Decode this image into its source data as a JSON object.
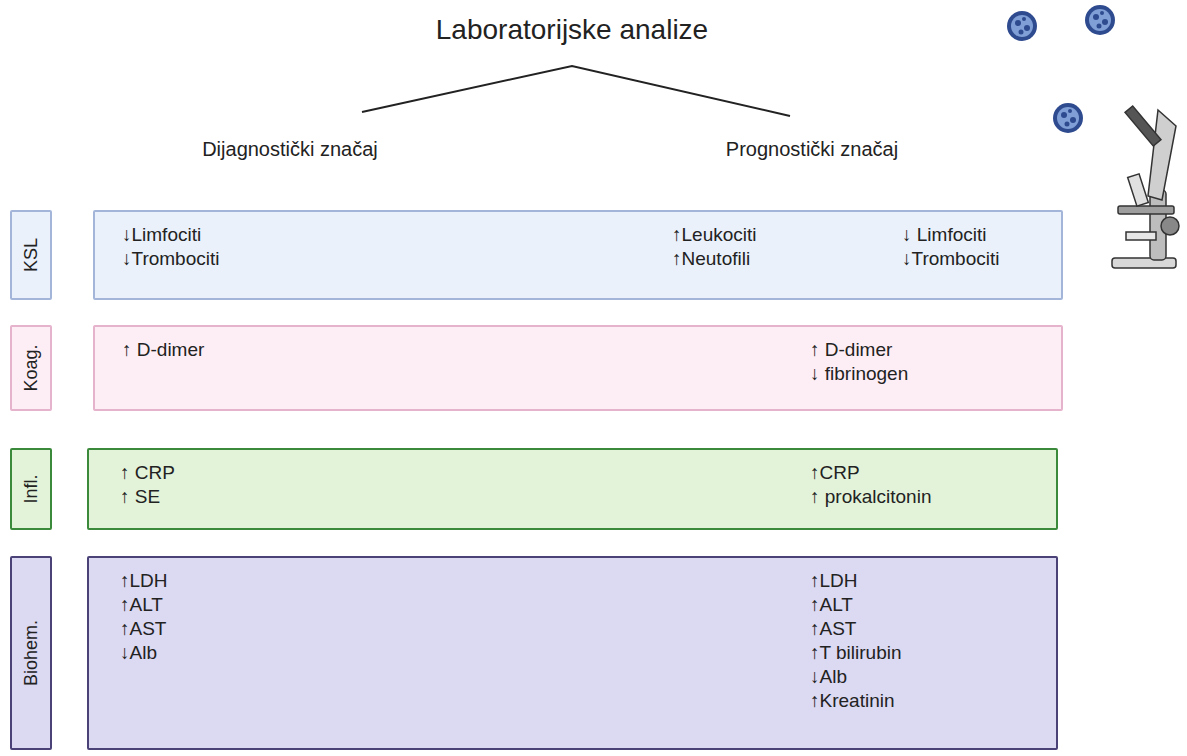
{
  "diagram": {
    "title": "Laboratorijske analize",
    "nodes": [
      {
        "text": [
          "KSL"
        ]
      },
      {
        "text": [
          "↓Limfociti",
          "↓Trombociti",
          "↑Leukociti",
          "↑Neutofili",
          "↓ Limfociti",
          "↓Trombociti"
        ]
      },
      {
        "text": [
          "Koag."
        ]
      },
      {
        "text": [
          "↑ D-dimer",
          "↑ D-dimer",
          "↓ fibrinogen"
        ]
      },
      {
        "text": [
          "Infl."
        ]
      },
      {
        "text": [
          "↑ CRP",
          "↑ SE",
          "↑CRP",
          "↑ prokalcitonin"
        ]
      },
      {
        "text": [
          "Biohem."
        ]
      },
      {
        "text": [
          "↑LDH",
          "↑ALT",
          "↑AST",
          "↓Alb",
          "↑LDH",
          "↑ALT",
          "↑AST",
          "↑T bilirubin",
          "↓Alb",
          "↑Kreatinin"
        ]
      }
    ],
    "labels": [
      "Dijagnostički značaj",
      "Prognostički značaj"
    ]
  }
}
